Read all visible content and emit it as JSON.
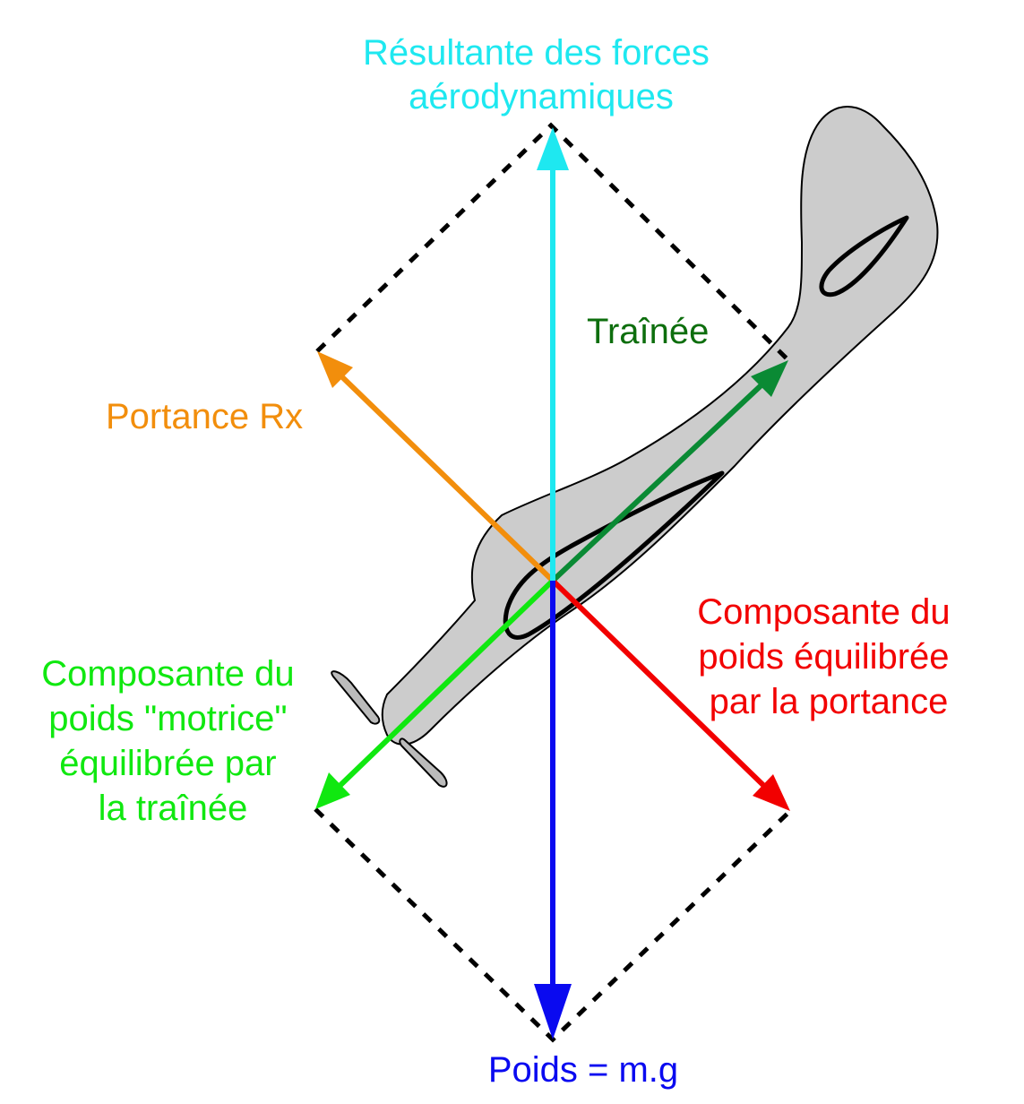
{
  "labels": {
    "resultante": [
      "Résultante des forces",
      "aérodynamiques"
    ],
    "trainee": "Traînée",
    "portance": "Portance Rx",
    "composante_portance": [
      "Composante du",
      "poids équilibrée",
      "par la portance"
    ],
    "composante_trainee": [
      "Composante du",
      "poids \"motrice\"",
      "équilibrée par",
      "la traînée"
    ],
    "poids": "Poids = m.g"
  },
  "colors": {
    "resultante": "#1ee8f0",
    "trainee": "#0a8a34",
    "trainee_text": "#0d6e0d",
    "portance": "#f28e0c",
    "composante_portance": "#f20000",
    "composante_trainee": "#10e810",
    "poids": "#0a0af0",
    "aircraft_fill": "#cccccc",
    "outline": "#000000"
  },
  "icons": {
    "aircraft": "airplane-side-view-icon",
    "wing": "airfoil-wing-section-icon",
    "tail": "airfoil-tail-section-icon",
    "propeller": "propeller-icon"
  }
}
